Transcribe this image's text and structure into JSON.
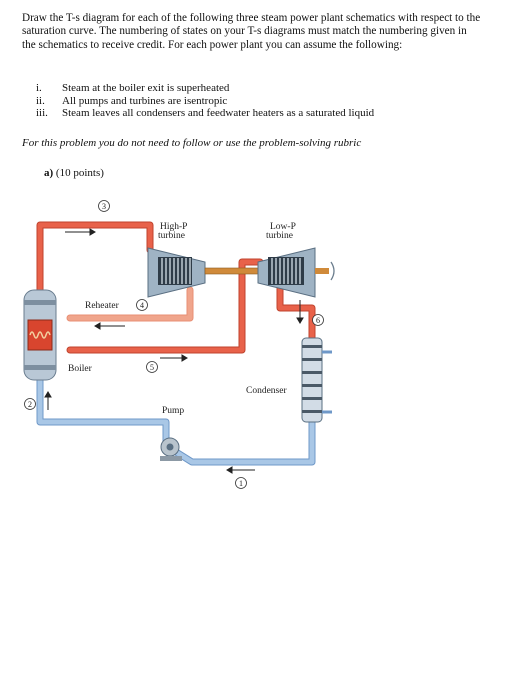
{
  "problem": {
    "intro": "Draw the T-s diagram for each of the following three steam power plant schematics with respect to the saturation curve. The numbering of states on your T-s diagrams must match the numbering given in the schematics to receive credit. For each power plant you can assume the following:",
    "assumptions": [
      {
        "num": "i.",
        "text": "Steam at the boiler exit is superheated"
      },
      {
        "num": "ii.",
        "text": "All pumps and turbines are isentropic"
      },
      {
        "num": "iii.",
        "text": "Steam leaves all condensers and feedwater heaters as a saturated liquid"
      }
    ],
    "rubric_note": "For this problem you do not need to follow or use the problem-solving rubric",
    "part_label": "a)",
    "part_points": "(10 points)"
  },
  "diagram": {
    "labels": {
      "hp_turbine_1": "High-P",
      "hp_turbine_2": "turbine",
      "lp_turbine_1": "Low-P",
      "lp_turbine_2": "turbine",
      "reheater": "Reheater",
      "boiler": "Boiler",
      "pump": "Pump",
      "condenser": "Condenser"
    },
    "states": [
      "1",
      "2",
      "3",
      "4",
      "5",
      "6"
    ],
    "colors": {
      "hot_pipe": "#e8624a",
      "cold_pipe": "#8fb5dd",
      "reheat_pipe": "#f0a58c",
      "turbine": "#9fb3c4",
      "shaft": "#d08a3a"
    }
  }
}
